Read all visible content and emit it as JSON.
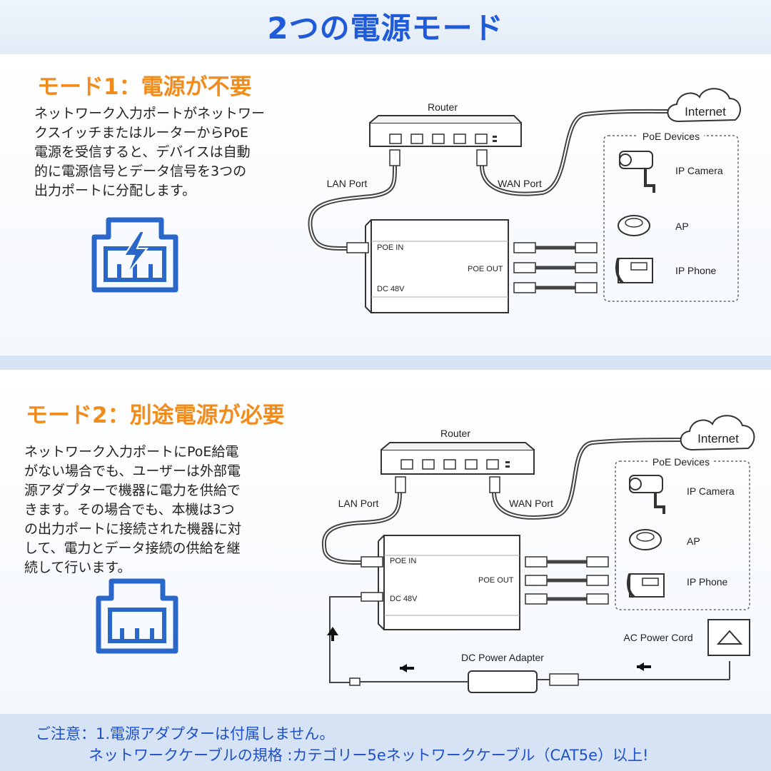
{
  "header": {
    "title": "2つの電源モード"
  },
  "mode1": {
    "title": "モード1：電源が不要",
    "description": "ネットワーク入力ポートがネットワー\nクスイッチまたはルーターからPoE\n電源を受信すると、デバイスは自動\n的に電源信号とデータ信号を3つの\n出力ポートに分配します。",
    "icon": "ethernet-port-lightning-icon",
    "diagram": {
      "router": "Router",
      "internet": "Internet",
      "poe_devices": "PoE Devices",
      "lan_port": "LAN Port",
      "wan_port": "WAN Port",
      "poe_in": "POE IN",
      "poe_out": "POE OUT",
      "dc": "DC 48V",
      "device1": "IP Camera",
      "device2": "AP",
      "device3": "IP Phone"
    }
  },
  "mode2": {
    "title": "モード2：別途電源が必要",
    "description": "ネットワーク入力ポートにPoE給電\nがない場合でも、ユーザーは外部電\n源アダプターで機器に電力を供給で\nきます。その場合でも、本機は3つ\nの出力ポートに接続された機器に対\nして、電力とデータ接続の供給を継\n続して行います。",
    "icon": "ethernet-port-icon",
    "diagram": {
      "router": "Router",
      "internet": "Internet",
      "poe_devices": "PoE Devices",
      "lan_port": "LAN Port",
      "wan_port": "WAN Port",
      "poe_in": "POE IN",
      "poe_out": "POE OUT",
      "dc": "DC 48V",
      "device1": "IP Camera",
      "device2": "AP",
      "device3": "IP Phone",
      "ac_cord": "AC Power Cord",
      "dc_adapter": "DC Power Adapter"
    }
  },
  "footer": {
    "line1": "ご注意：1.電源アダプターは付属しません。",
    "line2": "ネットワークケーブルの規格 :カテゴリー5eネットワークケーブル（CAT5e）以上!"
  },
  "colors": {
    "accent_blue": "#1f5ad8",
    "accent_orange": "#f08c1e",
    "icon_blue": "#2a67c9"
  }
}
